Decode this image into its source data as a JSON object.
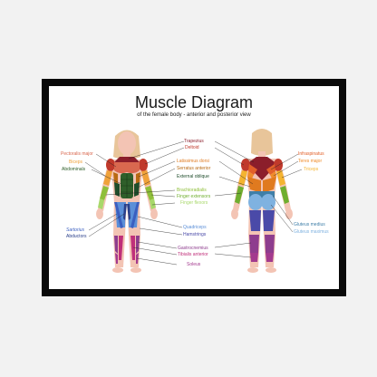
{
  "poster": {
    "title": "Muscle Diagram",
    "subtitle": "of the female body - anterior and posterior view"
  },
  "labels": {
    "pectoralis_major": "Pectoralis major",
    "biceps": "Biceps",
    "abdominals": "Abdominals",
    "sartorius": "Sartorius",
    "abductors": "Abductors",
    "trapezius": "Trapezius",
    "deltoid": "Deltoid",
    "latissimus_dorsi": "Latissimus dorsi",
    "serratus_anterior": "Serratus anterior",
    "external_oblique": "External oblique",
    "brachioradialis": "Brachioradialis",
    "finger_extensors": "Finger extensors",
    "finger_flexors": "Finger flexors",
    "quadriceps": "Quadriceps",
    "hamstrings": "Hamstrings",
    "gastrocnemius": "Gastrocnemius",
    "tibialis_anterior": "Tibialis anterior",
    "soleus": "Soleus",
    "infraspinatus": "Infraspinatus",
    "teres_major": "Teres major",
    "triceps": "Triceps",
    "gluteus_medius": "Gluteus medius",
    "gluteus_maximus": "Gluteus maximus"
  },
  "colors": {
    "background": "#f2f2f2",
    "frame": "#0a0a0a",
    "skin": "#f3c4b4",
    "hair": "#e8c59a",
    "pectoralis": "#d9684f",
    "biceps": "#f0a23a",
    "abdominals": "#2f5f2a",
    "trapezius": "#8b1e2b",
    "deltoid": "#c0392b",
    "latissimus": "#e07a1f",
    "serratus": "#b86a12",
    "oblique": "#1f4d2b",
    "brachioradialis": "#8fbf3a",
    "finger_extensors": "#6fae2f",
    "finger_flexors": "#a8d86a",
    "quadriceps": "#5b8fd8",
    "hamstrings": "#4a4aa8",
    "gastrocnemius": "#8e3d8e",
    "tibialis": "#c0307a",
    "soleus": "#a33a8e",
    "infraspinatus": "#e2602a",
    "teres": "#f08c2a",
    "triceps": "#f4b430",
    "gluteus_medius": "#3f7fa8",
    "gluteus_maximus": "#7fb2e0",
    "sartorius": "#3b5fc0",
    "abductors": "#2a3f8a"
  }
}
